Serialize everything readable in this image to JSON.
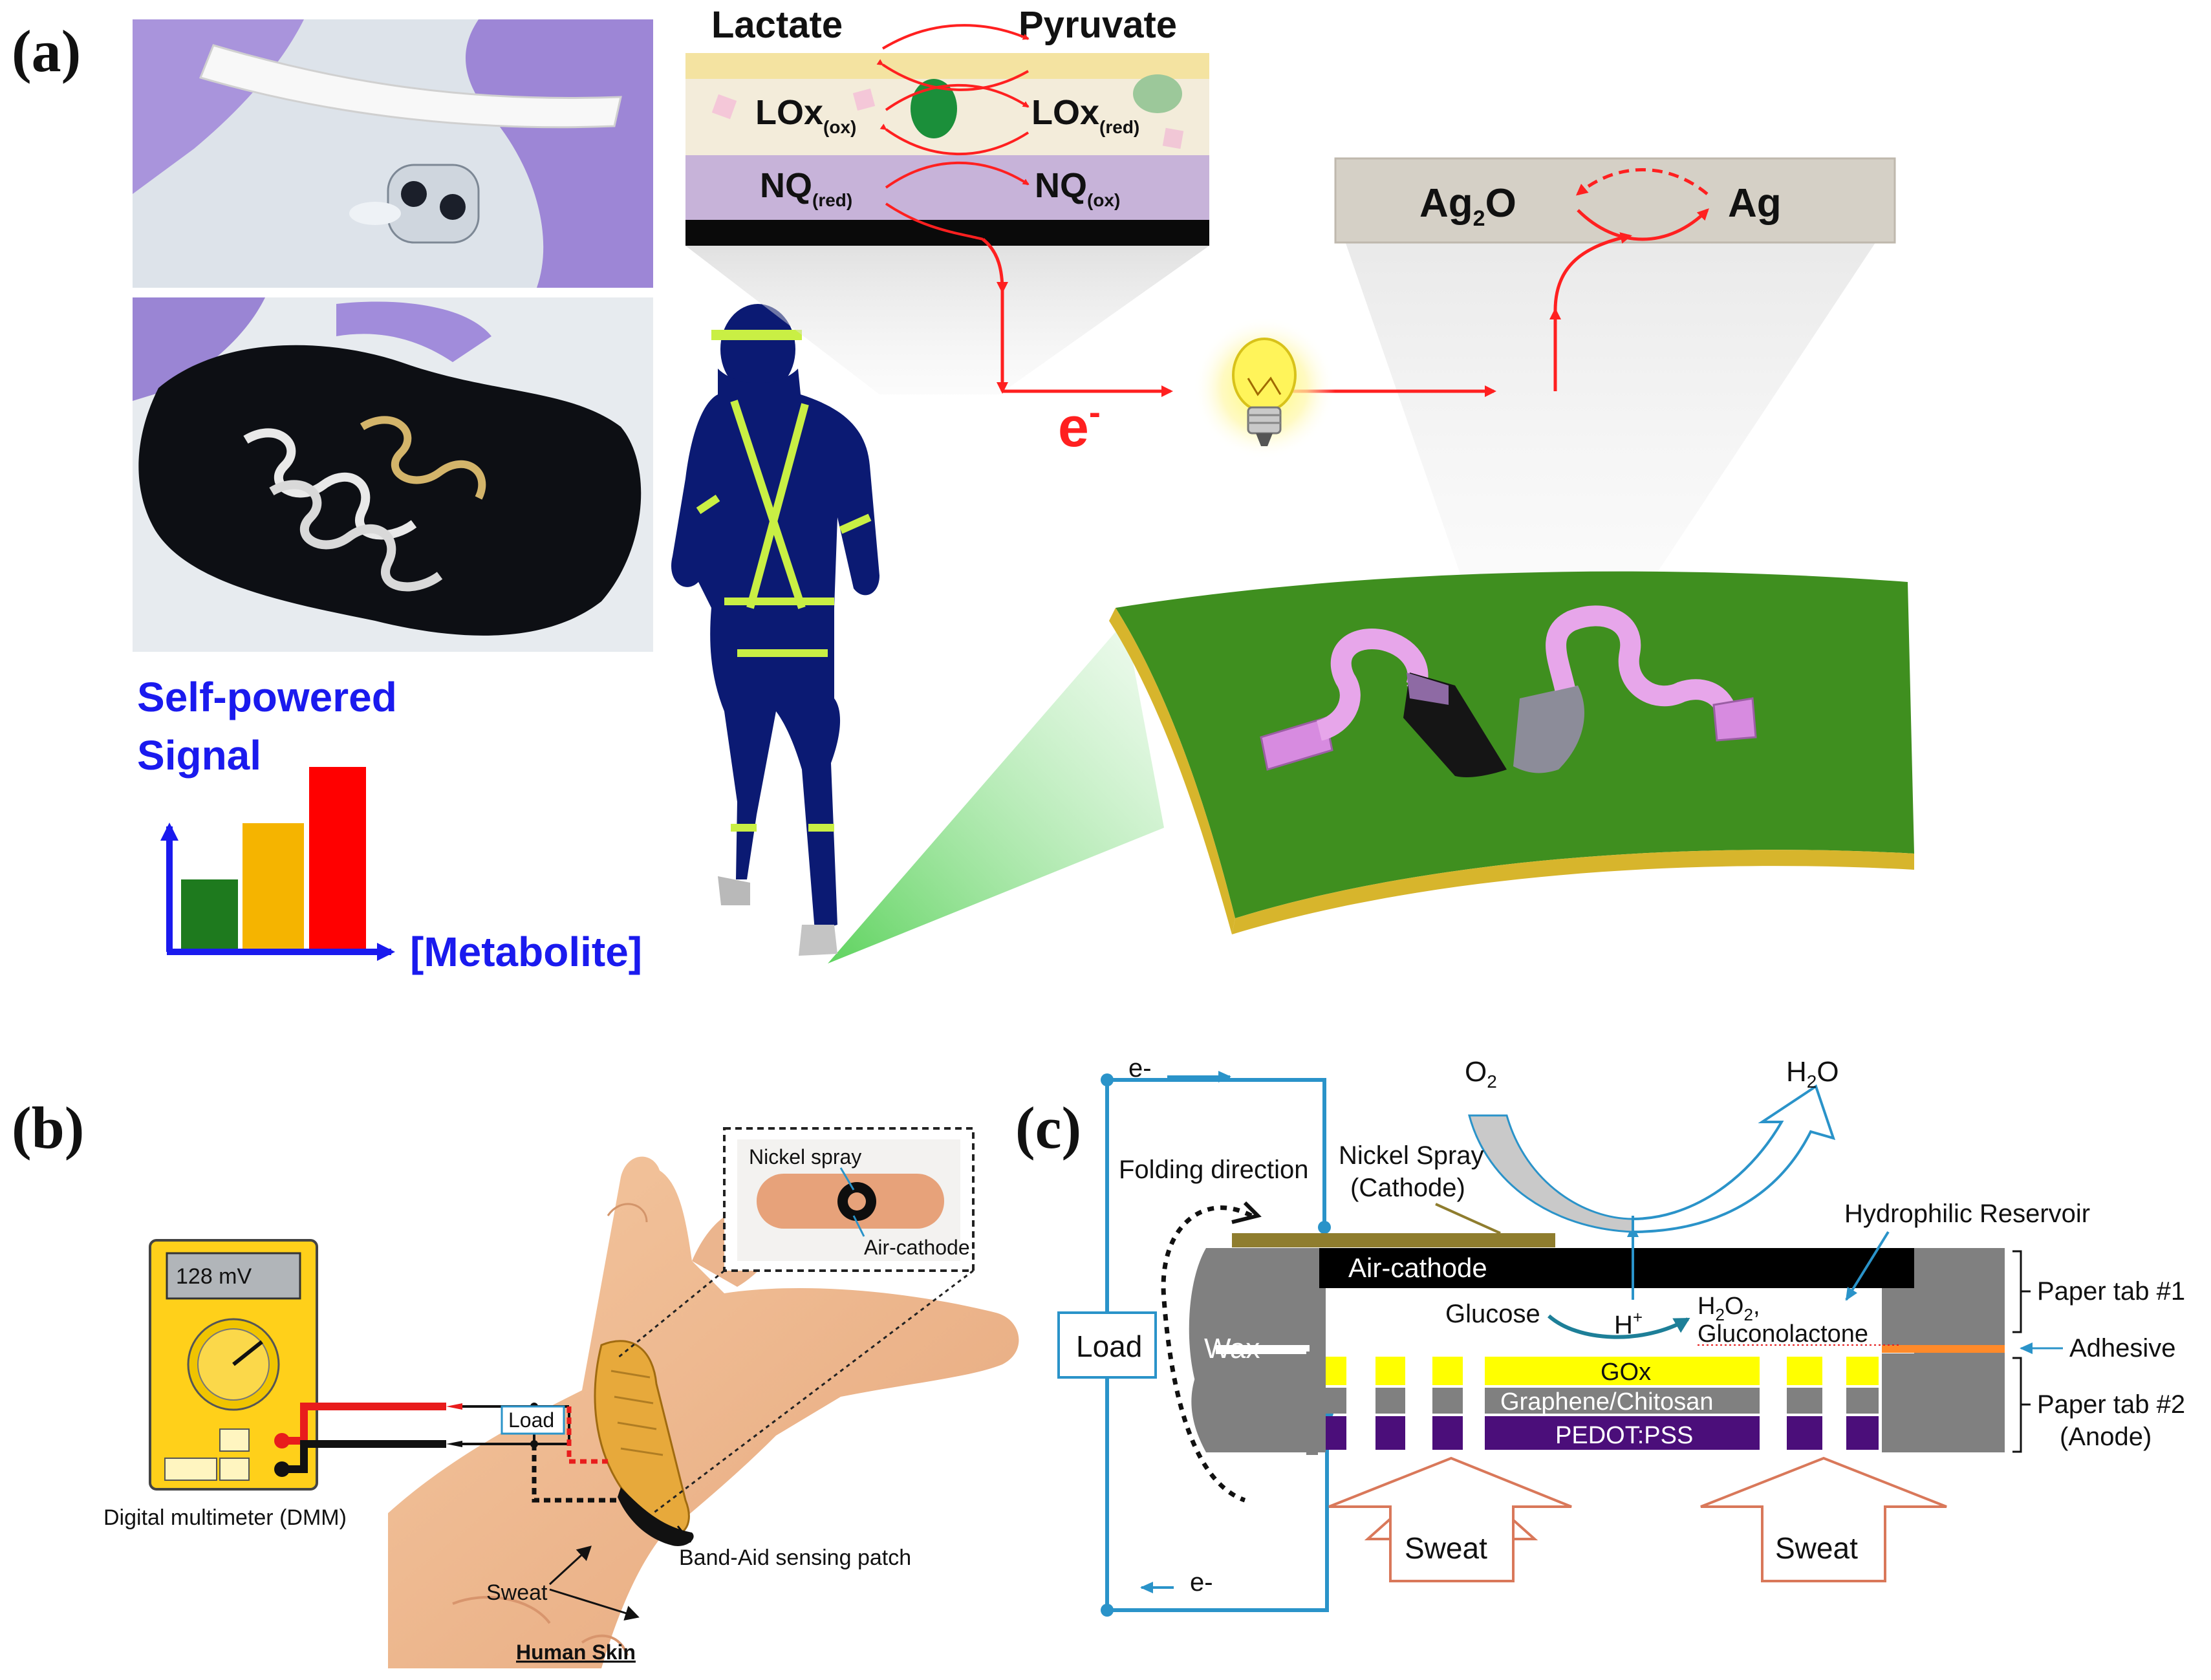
{
  "panels": {
    "a": {
      "label": "(a)",
      "reaction": {
        "lactate": "Lactate",
        "pyruvate": "Pyruvate",
        "lox_main": "LOx",
        "lox_ox_sub": "(ox)",
        "lox_red_sub": "(red)",
        "nq_main": "NQ",
        "nq_red_sub": "(red)",
        "nq_ox_sub": "(ox)"
      },
      "cathode": {
        "ag2o_main": "Ag",
        "ag2o_sub": "2",
        "ag2o_o": "O",
        "ag": "Ag"
      },
      "electron": {
        "e": "e",
        "sup": "-"
      },
      "signal": {
        "line1": "Self-powered",
        "line2": "Signal",
        "axis_label": "[Metabolite]",
        "bar_colors": [
          "#1e7a1e",
          "#f5b400",
          "#ff0000"
        ],
        "bar_values": [
          0.36,
          0.65,
          0.94
        ]
      },
      "colors": {
        "accent_blue": "#1a1aee",
        "arrow_red": "#ff2020",
        "figure_navy": "#0b1a73",
        "patch_green": "#3f8f1f"
      }
    },
    "b": {
      "label": "(b)",
      "dmm_reading": "128 mV",
      "dmm_caption": "Digital multimeter (DMM)",
      "load": "Load",
      "inset_nickel": "Nickel spray",
      "inset_air": "Air-cathode",
      "sweat": "Sweat",
      "bandaid": "Band-Aid sensing patch",
      "skin": "Human Skin"
    },
    "c": {
      "label": "(c)",
      "e_top": "e-",
      "e_bottom": "e-",
      "o2_main": "O",
      "o2_sub": "2",
      "h2o_h": "H",
      "h2o_sub": "2",
      "h2o_o": "O",
      "folding": "Folding direction",
      "nickel1": "Nickel Spray",
      "nickel2": "(Cathode)",
      "hydrophilic": "Hydrophilic Reservoir",
      "air_cathode": "Air-cathode",
      "load": "Load",
      "wax": "Wax",
      "glucose": "Glucose",
      "hplus": "H",
      "hplus_sup": "+",
      "h2o2_a": "H",
      "h2o2_s1": "2",
      "h2o2_b": "O",
      "h2o2_s2": "2",
      "h2o2_c": ",",
      "gluconolactone": "Gluconolactone",
      "gox": "GOx",
      "graphene": "Graphene/Chitosan",
      "pedot": "PEDOT:PSS",
      "paper1": "Paper tab #1",
      "adhesive": "Adhesive",
      "paper2": "Paper tab #2",
      "anode": "(Anode)",
      "sweat_left": "Sweat",
      "sweat_right": "Sweat"
    }
  }
}
